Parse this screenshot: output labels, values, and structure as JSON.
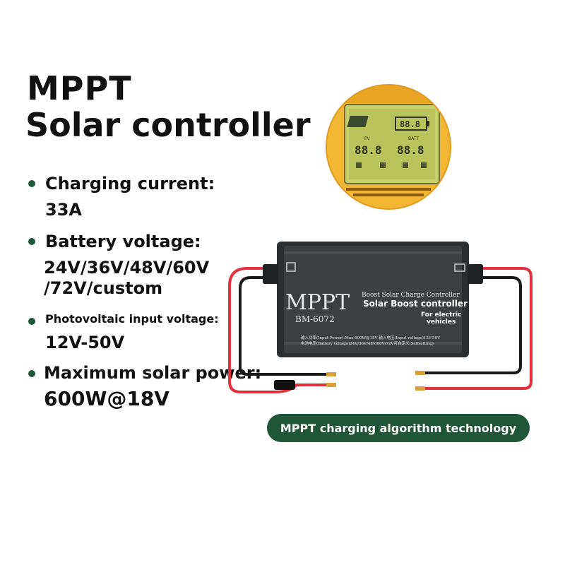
{
  "title_line1": "MPPT",
  "title_line2": "Solar controller",
  "specs": [
    {
      "label": "Charging current:",
      "value": "33A"
    },
    {
      "label": "Battery voltage:",
      "value_line1": "24V/36V/48V/60V",
      "value_line2": "/72V/custom"
    },
    {
      "label": "Photovoltaic input voltage:",
      "value": "12V-50V"
    },
    {
      "label": "Maximum solar power:",
      "value": "600W@18V"
    }
  ],
  "banner": "MPPT charging algorithm technology",
  "controller": {
    "brand": "MPPT",
    "model": "BM-6072",
    "subtitle": "Boost Solar Charge Controller",
    "overlay": "Solar Boost controller",
    "tag_line1": "For electric",
    "tag_line2": "vehicles",
    "spec_line1": "输入功率(Input Power):Max 600W@18V  输入电压(Input voltage)12V-50V",
    "spec_line2": "电池电压(Battery voltage)24V/36V/48V/60V/72V可自定义(Selfsetting)"
  },
  "lcd": {
    "digits_top": "88.8",
    "digits_left": "88.8",
    "digits_right": "88.8",
    "pv_label": "PV",
    "batt_label": "BATT"
  },
  "colors": {
    "accent_green": "#1f5637",
    "wire_red": "#e0313f",
    "lcd_yellow": "#f2b632",
    "body_dark": "#3d4042"
  }
}
